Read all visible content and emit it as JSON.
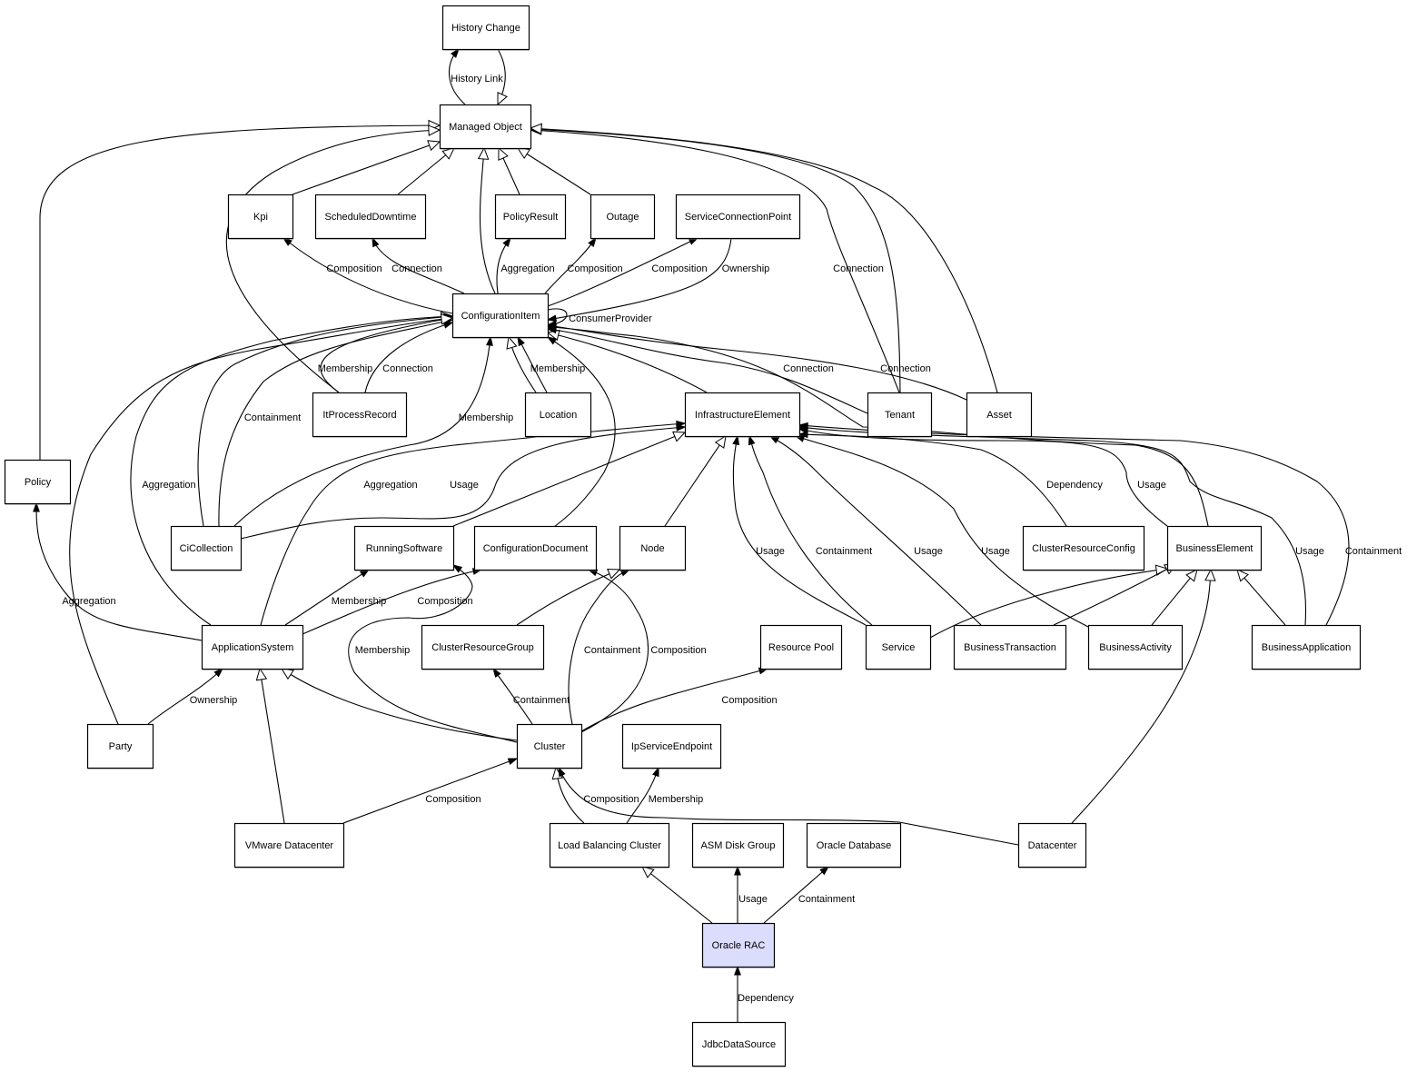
{
  "diagram": {
    "title": "Oracle RAC class relationship model",
    "highlight_color": "#dcdcfc",
    "nodes": [
      {
        "id": "history_change",
        "label": "History Change"
      },
      {
        "id": "managed_object",
        "label": "Managed Object"
      },
      {
        "id": "kpi",
        "label": "Kpi"
      },
      {
        "id": "scheduled_downtime",
        "label": "ScheduledDowntime"
      },
      {
        "id": "policy_result",
        "label": "PolicyResult"
      },
      {
        "id": "outage",
        "label": "Outage"
      },
      {
        "id": "service_connection_point",
        "label": "ServiceConnectionPoint"
      },
      {
        "id": "configuration_item",
        "label": "ConfigurationItem"
      },
      {
        "id": "it_process_record",
        "label": "ItProcessRecord"
      },
      {
        "id": "location",
        "label": "Location"
      },
      {
        "id": "infrastructure_element",
        "label": "InfrastructureElement"
      },
      {
        "id": "tenant",
        "label": "Tenant"
      },
      {
        "id": "asset",
        "label": "Asset"
      },
      {
        "id": "policy",
        "label": "Policy"
      },
      {
        "id": "ci_collection",
        "label": "CiCollection"
      },
      {
        "id": "running_software",
        "label": "RunningSoftware"
      },
      {
        "id": "configuration_document",
        "label": "ConfigurationDocument"
      },
      {
        "id": "node",
        "label": "Node"
      },
      {
        "id": "cluster_resource_config",
        "label": "ClusterResourceConfig"
      },
      {
        "id": "business_element",
        "label": "BusinessElement"
      },
      {
        "id": "application_system",
        "label": "ApplicationSystem"
      },
      {
        "id": "cluster_resource_group",
        "label": "ClusterResourceGroup"
      },
      {
        "id": "resource_pool",
        "label": "Resource Pool"
      },
      {
        "id": "service",
        "label": "Service"
      },
      {
        "id": "business_transaction",
        "label": "BusinessTransaction"
      },
      {
        "id": "business_activity",
        "label": "BusinessActivity"
      },
      {
        "id": "business_application",
        "label": "BusinessApplication"
      },
      {
        "id": "party",
        "label": "Party"
      },
      {
        "id": "cluster",
        "label": "Cluster"
      },
      {
        "id": "ip_service_endpoint",
        "label": "IpServiceEndpoint"
      },
      {
        "id": "vmware_datacenter",
        "label": "VMware Datacenter"
      },
      {
        "id": "load_balancing_cluster",
        "label": "Load Balancing Cluster"
      },
      {
        "id": "asm_disk_group",
        "label": "ASM Disk Group"
      },
      {
        "id": "oracle_database",
        "label": "Oracle Database"
      },
      {
        "id": "datacenter",
        "label": "Datacenter"
      },
      {
        "id": "oracle_rac",
        "label": "Oracle RAC",
        "highlighted": true
      },
      {
        "id": "jdbc_data_source",
        "label": "JdbcDataSource"
      }
    ],
    "edges": [
      {
        "from": "managed_object",
        "to": "history_change",
        "kind": "association",
        "label": "History Link"
      },
      {
        "from": "history_change",
        "to": "managed_object",
        "kind": "inheritance",
        "label": ""
      },
      {
        "from": "policy",
        "to": "managed_object",
        "kind": "inheritance",
        "label": ""
      },
      {
        "from": "it_process_record",
        "to": "managed_object",
        "kind": "inheritance",
        "label": ""
      },
      {
        "from": "kpi",
        "to": "managed_object",
        "kind": "inheritance",
        "label": ""
      },
      {
        "from": "scheduled_downtime",
        "to": "managed_object",
        "kind": "inheritance",
        "label": ""
      },
      {
        "from": "configuration_item",
        "to": "managed_object",
        "kind": "inheritance",
        "label": ""
      },
      {
        "from": "policy_result",
        "to": "managed_object",
        "kind": "inheritance",
        "label": ""
      },
      {
        "from": "outage",
        "to": "managed_object",
        "kind": "inheritance",
        "label": ""
      },
      {
        "from": "tenant",
        "to": "managed_object",
        "kind": "association",
        "label": "Connection"
      },
      {
        "from": "tenant",
        "to": "managed_object",
        "kind": "inheritance",
        "label": ""
      },
      {
        "from": "asset",
        "to": "managed_object",
        "kind": "inheritance",
        "label": ""
      },
      {
        "from": "configuration_item",
        "to": "kpi",
        "kind": "association",
        "label": "Composition"
      },
      {
        "from": "configuration_item",
        "to": "scheduled_downtime",
        "kind": "association",
        "label": "Connection"
      },
      {
        "from": "configuration_item",
        "to": "policy_result",
        "kind": "association",
        "label": "Aggregation"
      },
      {
        "from": "configuration_item",
        "to": "outage",
        "kind": "association",
        "label": "Composition"
      },
      {
        "from": "configuration_item",
        "to": "service_connection_point",
        "kind": "association",
        "label": "Composition"
      },
      {
        "from": "service_connection_point",
        "to": "configuration_item",
        "kind": "association",
        "label": "Ownership"
      },
      {
        "from": "configuration_item",
        "to": "configuration_item",
        "kind": "association",
        "label": "ConsumerProvider"
      },
      {
        "from": "it_process_record",
        "to": "configuration_item",
        "kind": "association",
        "label": "Membership"
      },
      {
        "from": "it_process_record",
        "to": "configuration_item",
        "kind": "association",
        "label": "Connection"
      },
      {
        "from": "location",
        "to": "configuration_item",
        "kind": "inheritance",
        "label": ""
      },
      {
        "from": "location",
        "to": "configuration_item",
        "kind": "association",
        "label": "Membership"
      },
      {
        "from": "ci_collection",
        "to": "configuration_item",
        "kind": "association",
        "label": "Membership"
      },
      {
        "from": "ci_collection",
        "to": "configuration_item",
        "kind": "association",
        "label": "Containment"
      },
      {
        "from": "ci_collection",
        "to": "configuration_item",
        "kind": "inheritance",
        "label": ""
      },
      {
        "from": "application_system",
        "to": "configuration_item",
        "kind": "association",
        "label": "Aggregation"
      },
      {
        "from": "party",
        "to": "configuration_item",
        "kind": "inheritance",
        "label": ""
      },
      {
        "from": "infrastructure_element",
        "to": "configuration_item",
        "kind": "inheritance",
        "label": ""
      },
      {
        "from": "tenant",
        "to": "configuration_item",
        "kind": "association",
        "label": "Connection"
      },
      {
        "from": "asset",
        "to": "configuration_item",
        "kind": "association",
        "label": "Connection"
      },
      {
        "from": "running_software",
        "to": "configuration_item",
        "kind": "association",
        "label": ""
      },
      {
        "from": "business_element",
        "to": "configuration_item",
        "kind": "association",
        "label": ""
      },
      {
        "from": "ci_collection",
        "to": "infrastructure_element",
        "kind": "association",
        "label": "Usage"
      },
      {
        "from": "application_system",
        "to": "infrastructure_element",
        "kind": "association",
        "label": "Aggregation"
      },
      {
        "from": "running_software",
        "to": "infrastructure_element",
        "kind": "inheritance",
        "label": ""
      },
      {
        "from": "node",
        "to": "infrastructure_element",
        "kind": "inheritance",
        "label": ""
      },
      {
        "from": "service",
        "to": "infrastructure_element",
        "kind": "association",
        "label": "Usage"
      },
      {
        "from": "service",
        "to": "infrastructure_element",
        "kind": "association",
        "label": "Containment"
      },
      {
        "from": "business_transaction",
        "to": "infrastructure_element",
        "kind": "association",
        "label": "Usage"
      },
      {
        "from": "business_activity",
        "to": "infrastructure_element",
        "kind": "association",
        "label": "Usage"
      },
      {
        "from": "cluster_resource_config",
        "to": "infrastructure_element",
        "kind": "association",
        "label": "Dependency"
      },
      {
        "from": "business_element",
        "to": "infrastructure_element",
        "kind": "association",
        "label": "Usage"
      },
      {
        "from": "business_application",
        "to": "infrastructure_element",
        "kind": "association",
        "label": "Usage"
      },
      {
        "from": "business_application",
        "to": "infrastructure_element",
        "kind": "association",
        "label": "Containment"
      },
      {
        "from": "service",
        "to": "business_element",
        "kind": "inheritance",
        "label": ""
      },
      {
        "from": "business_transaction",
        "to": "business_element",
        "kind": "inheritance",
        "label": ""
      },
      {
        "from": "business_activity",
        "to": "business_element",
        "kind": "inheritance",
        "label": ""
      },
      {
        "from": "business_application",
        "to": "business_element",
        "kind": "inheritance",
        "label": ""
      },
      {
        "from": "datacenter",
        "to": "business_element",
        "kind": "inheritance",
        "label": ""
      },
      {
        "from": "application_system",
        "to": "policy",
        "kind": "association",
        "label": "Aggregation"
      },
      {
        "from": "application_system",
        "to": "running_software",
        "kind": "association",
        "label": "Membership"
      },
      {
        "from": "application_system",
        "to": "configuration_document",
        "kind": "association",
        "label": "Composition"
      },
      {
        "from": "cluster",
        "to": "running_software",
        "kind": "association",
        "label": "Membership"
      },
      {
        "from": "cluster_resource_group",
        "to": "node",
        "kind": "inheritance",
        "label": ""
      },
      {
        "from": "cluster",
        "to": "node",
        "kind": "association",
        "label": "Containment"
      },
      {
        "from": "cluster",
        "to": "configuration_document",
        "kind": "association",
        "label": "Composition"
      },
      {
        "from": "party",
        "to": "application_system",
        "kind": "association",
        "label": "Ownership"
      },
      {
        "from": "vmware_datacenter",
        "to": "application_system",
        "kind": "inheritance",
        "label": ""
      },
      {
        "from": "cluster",
        "to": "application_system",
        "kind": "inheritance",
        "label": ""
      },
      {
        "from": "cluster",
        "to": "cluster_resource_group",
        "kind": "association",
        "label": "Containment"
      },
      {
        "from": "cluster",
        "to": "resource_pool",
        "kind": "association",
        "label": "Composition"
      },
      {
        "from": "vmware_datacenter",
        "to": "cluster",
        "kind": "association",
        "label": "Composition"
      },
      {
        "from": "load_balancing_cluster",
        "to": "cluster",
        "kind": "inheritance",
        "label": ""
      },
      {
        "from": "datacenter",
        "to": "cluster",
        "kind": "association",
        "label": "Composition"
      },
      {
        "from": "load_balancing_cluster",
        "to": "ip_service_endpoint",
        "kind": "association",
        "label": "Membership"
      },
      {
        "from": "oracle_rac",
        "to": "load_balancing_cluster",
        "kind": "inheritance",
        "label": ""
      },
      {
        "from": "oracle_rac",
        "to": "asm_disk_group",
        "kind": "association",
        "label": "Usage"
      },
      {
        "from": "oracle_rac",
        "to": "oracle_database",
        "kind": "association",
        "label": "Containment"
      },
      {
        "from": "jdbc_data_source",
        "to": "oracle_rac",
        "kind": "association",
        "label": "Dependency"
      }
    ]
  }
}
